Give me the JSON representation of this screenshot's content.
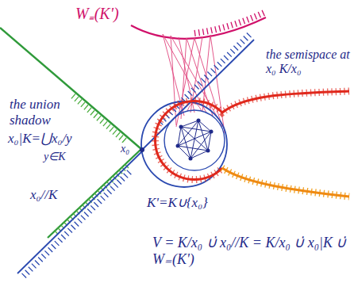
{
  "diagram": {
    "labels": [
      "W₌(K')",
      "the union shadow",
      "x₀|K=⋃x₀/y",
      "y∈K",
      "x₀",
      "K'=K∪{x₀}",
      "the semispace at x₀ K/x₀",
      "x₀//K",
      "V = K/x₀ ∪̇ x₀//K = K/x₀ ∪̇ x₀|K ∪̇ W₌(K')"
    ]
  }
}
